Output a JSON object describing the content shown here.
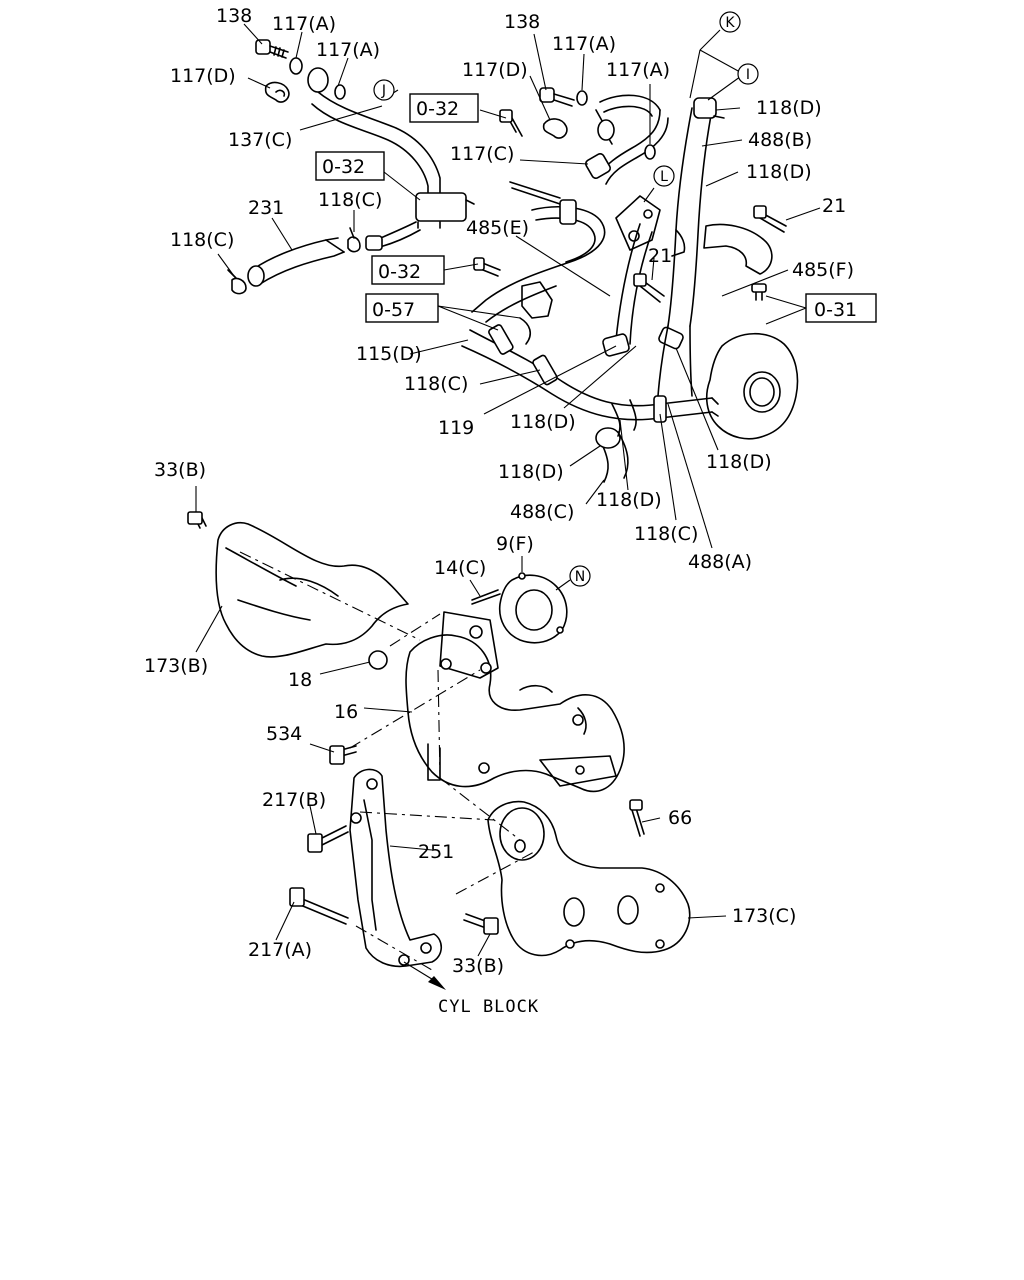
{
  "labels": {
    "l138a": "138",
    "l117a1": "117(A)",
    "l117a2": "117(A)",
    "l117d1": "117(D)",
    "l137c": "137(C)",
    "l032a": "0-32",
    "l231": "231",
    "l118c1": "118(C)",
    "l118c2": "118(C)",
    "l138b": "138",
    "l117a3": "117(A)",
    "l117d2": "117(D)",
    "l117a4": "117(A)",
    "l032b": "0-32",
    "l117c": "117(C)",
    "l485e": "485(E)",
    "l032c": "0-32",
    "l057": "0-57",
    "l115d": "115(D)",
    "l118c3": "118(C)",
    "l119": "119",
    "l118d1": "118(D)",
    "l488b": "488(B)",
    "l118d2": "118(D)",
    "l21a": "21",
    "l21b": "21",
    "l485f": "485(F)",
    "l031": "0-31",
    "l118d3": "118(D)",
    "l118d4": "118(D)",
    "l118d5": "118(D)",
    "l488c": "488(C)",
    "l118d6": "118(D)",
    "l118c4": "118(C)",
    "l488a": "488(A)",
    "l33b1": "33(B)",
    "l9f": "9(F)",
    "l14c": "14(C)",
    "l173b": "173(B)",
    "l18": "18",
    "l16": "16",
    "l534": "534",
    "l217b": "217(B)",
    "l66": "66",
    "l251": "251",
    "l217a": "217(A)",
    "l33b2": "33(B)",
    "l173c": "173(C)",
    "cK": "K",
    "cI": "I",
    "cJ": "J",
    "cL": "L",
    "cN": "N",
    "cyl": "CYL BLOCK"
  }
}
